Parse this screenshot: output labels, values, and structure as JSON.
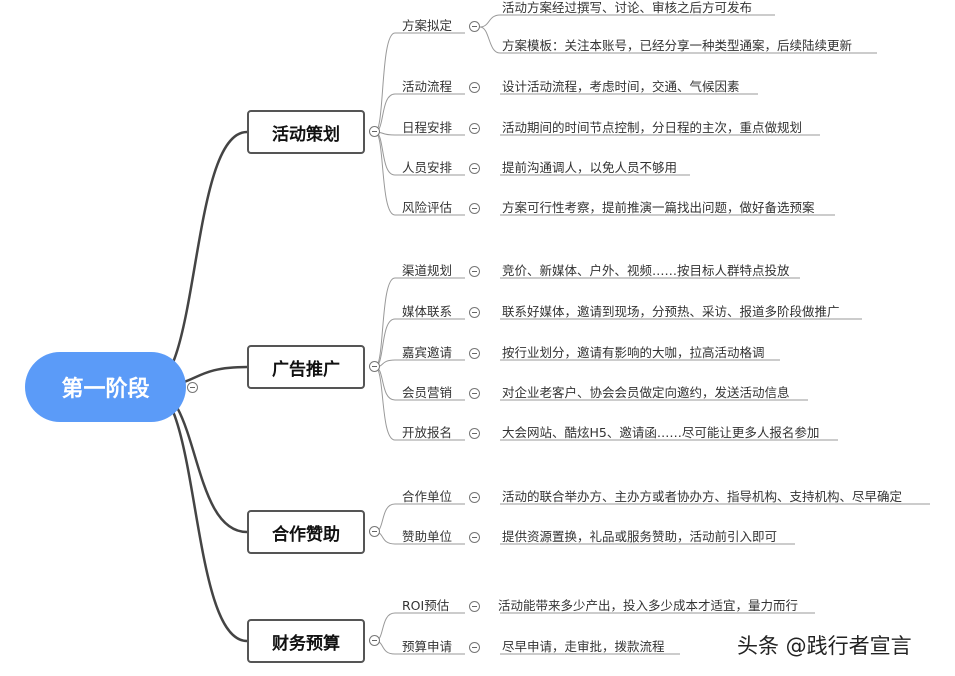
{
  "root": {
    "label": "第一阶段"
  },
  "branches": [
    {
      "label": "活动策划",
      "items": [
        {
          "topic": "方案拟定",
          "details": [
            "活动方案经过撰写、讨论、审核之后方可发布",
            "方案模板：关注本账号，已经分享一种类型通案，后续陆续更新"
          ]
        },
        {
          "topic": "活动流程",
          "details": [
            "设计活动流程，考虑时间，交通、气候因素"
          ]
        },
        {
          "topic": "日程安排",
          "details": [
            "活动期间的时间节点控制，分日程的主次，重点做规划"
          ]
        },
        {
          "topic": "人员安排",
          "details": [
            "提前沟通调人，以免人员不够用"
          ]
        },
        {
          "topic": "风险评估",
          "details": [
            "方案可行性考察，提前推演一篇找出问题，做好备选预案"
          ]
        }
      ]
    },
    {
      "label": "广告推广",
      "items": [
        {
          "topic": "渠道规划",
          "details": [
            "竞价、新媒体、户外、视频……按目标人群特点投放"
          ]
        },
        {
          "topic": "媒体联系",
          "details": [
            "联系好媒体，邀请到现场，分预热、采访、报道多阶段做推广"
          ]
        },
        {
          "topic": "嘉宾邀请",
          "details": [
            "按行业划分，邀请有影响的大咖，拉高活动格调"
          ]
        },
        {
          "topic": "会员营销",
          "details": [
            "对企业老客户、协会会员做定向邀约，发送活动信息"
          ]
        },
        {
          "topic": "开放报名",
          "details": [
            "大会网站、酷炫H5、邀请函……尽可能让更多人报名参加"
          ]
        }
      ]
    },
    {
      "label": "合作赞助",
      "items": [
        {
          "topic": "合作单位",
          "details": [
            "活动的联合举办方、主办方或者协办方、指导机构、支持机构、尽早确定"
          ]
        },
        {
          "topic": "赞助单位",
          "details": [
            "提供资源置换，礼品或服务赞助，活动前引入即可"
          ]
        }
      ]
    },
    {
      "label": "财务预算",
      "items": [
        {
          "topic": "ROI预估",
          "details": [
            "活动能带来多少产出，投入多少成本才适宜，量力而行"
          ]
        },
        {
          "topic": "预算申请",
          "details": [
            "尽早申请，走审批，拨款流程"
          ]
        }
      ]
    }
  ],
  "watermark": "头条 @践行者宣言",
  "colors": {
    "root": "#5b9bf8",
    "connector": "#444444",
    "underline": "#999999"
  }
}
